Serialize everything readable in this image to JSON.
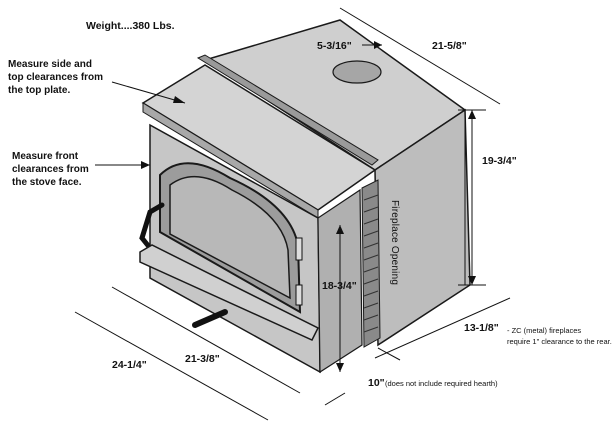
{
  "weight": "Weight....380 Lbs.",
  "notes": {
    "side_top": "Measure side and\ntop clearances from\nthe top plate.",
    "front": "Measure front\nclearances from\nthe stove face."
  },
  "dimensions": {
    "flue_offset": "5-3/16\"",
    "depth": "21-5/8\"",
    "rear_height": "19-3/4\"",
    "front_height": "18-3/4\"",
    "fireplace_label": "Fireplace Opening",
    "rear_clearance": "13-1/8\"",
    "rear_clearance_note": "- ZC (metal) fireplaces\nrequire 1\" clearance to the rear.",
    "hearth_depth": "10\"",
    "hearth_note": "(does not include required hearth)",
    "width_outer": "24-1/4\"",
    "width_inner": "21-3/8\""
  },
  "colors": {
    "line": "#1a1a1a",
    "top_face": "#cfcfcf",
    "side_face": "#bdbdbd",
    "front_face": "#c6c6c6",
    "door_glass": "#b8b8b8"
  }
}
